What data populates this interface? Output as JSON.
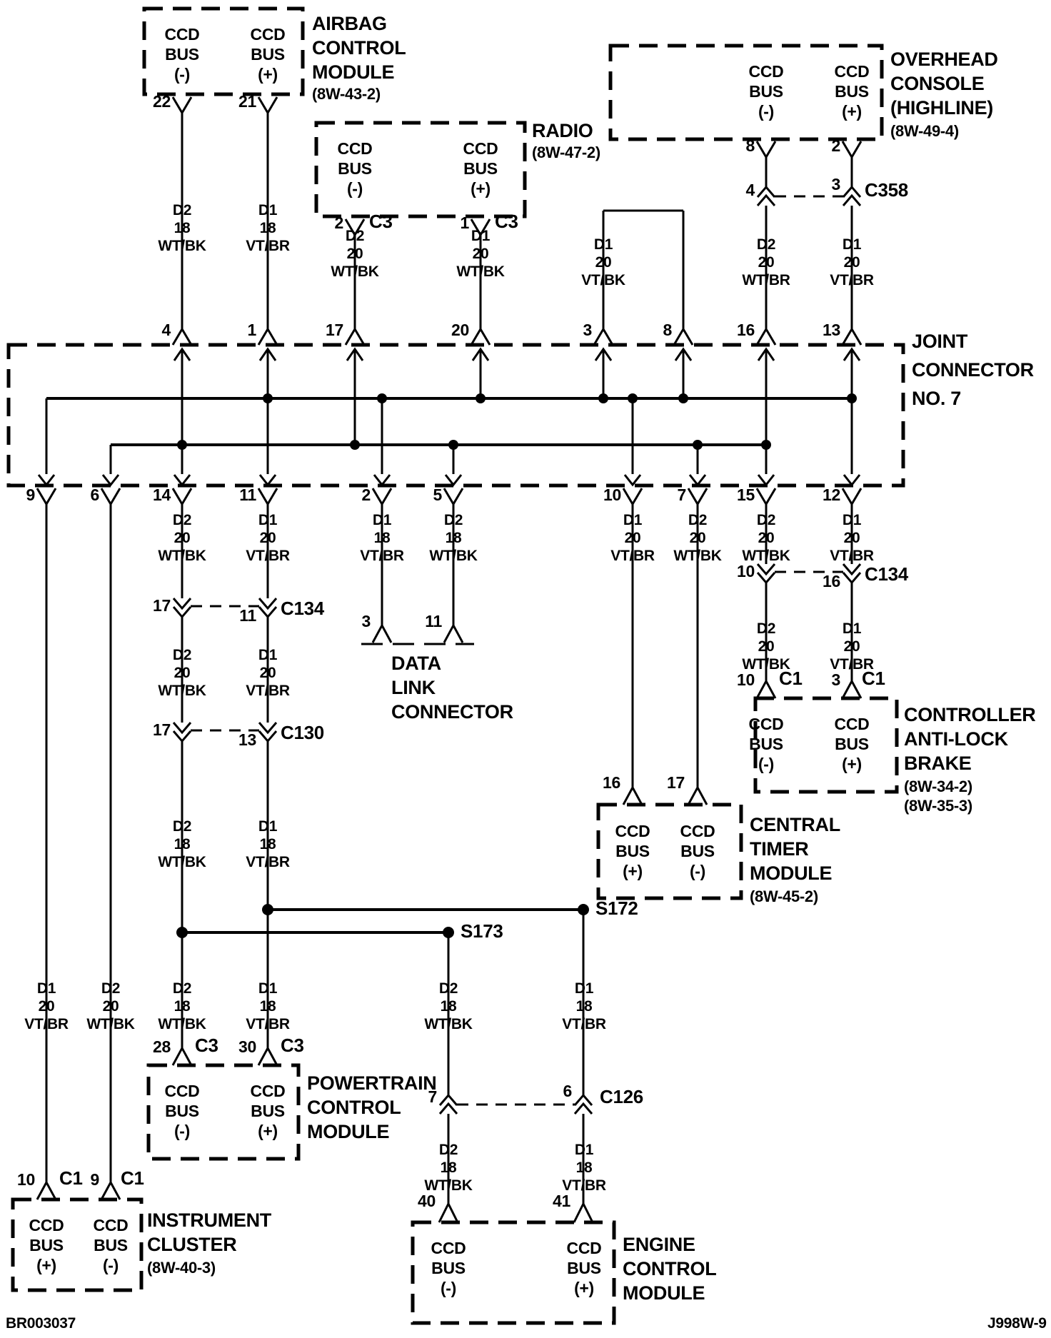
{
  "footer": {
    "left": "BR003037",
    "right": "J998W-9"
  },
  "joint_connector": {
    "title": "JOINT\nCONNECTOR\nNO. 7",
    "top_pins": [
      "4",
      "1",
      "17",
      "20",
      "3",
      "8",
      "16",
      "13"
    ],
    "bottom_pins": [
      "9",
      "6",
      "14",
      "11",
      "2",
      "5",
      "10",
      "7",
      "15",
      "12"
    ]
  },
  "modules": {
    "airbag": {
      "name": "AIRBAG\nCONTROL\nMODULE",
      "ref": "(8W-43-2)",
      "left": {
        "terminal": "CCD\nBUS\n(-)",
        "pin": "22"
      },
      "right": {
        "terminal": "CCD\nBUS\n(+)",
        "pin": "21"
      }
    },
    "radio": {
      "name": "RADIO",
      "ref": "(8W-47-2)",
      "left": {
        "terminal": "CCD\nBUS\n(-)",
        "pin": "2",
        "conn": "C3"
      },
      "right": {
        "terminal": "CCD\nBUS\n(+)",
        "pin": "1",
        "conn": "C3"
      }
    },
    "overhead_console": {
      "name": "OVERHEAD\nCONSOLE\n(HIGHLINE)",
      "ref": "(8W-49-4)",
      "left": {
        "terminal": "CCD\nBUS\n(-)",
        "pin": "8"
      },
      "right": {
        "terminal": "CCD\nBUS\n(+)",
        "pin": "2"
      }
    },
    "data_link": {
      "name": "DATA\nLINK\nCONNECTOR",
      "left": {
        "pin": "3"
      },
      "right": {
        "pin": "11"
      }
    },
    "abs_controller": {
      "name": "CONTROLLER\nANTI-LOCK\nBRAKE",
      "ref": "(8W-34-2)\n(8W-35-3)",
      "left": {
        "terminal": "CCD\nBUS\n(-)",
        "pin": "10",
        "conn": "C1"
      },
      "right": {
        "terminal": "CCD\nBUS\n(+)",
        "pin": "3",
        "conn": "C1"
      }
    },
    "central_timer": {
      "name": "CENTRAL\nTIMER\nMODULE",
      "ref": "(8W-45-2)",
      "left": {
        "terminal": "CCD\nBUS\n(+)",
        "pin": "16"
      },
      "right": {
        "terminal": "CCD\nBUS\n(-)",
        "pin": "17"
      }
    },
    "powertrain": {
      "name": "POWERTRAIN\nCONTROL\nMODULE",
      "left": {
        "terminal": "CCD\nBUS\n(-)",
        "pin": "28",
        "conn": "C3"
      },
      "right": {
        "terminal": "CCD\nBUS\n(+)",
        "pin": "30",
        "conn": "C3"
      }
    },
    "instrument_cluster": {
      "name": "INSTRUMENT\nCLUSTER",
      "ref": "(8W-40-3)",
      "left": {
        "terminal": "CCD\nBUS\n(+)",
        "pin": "10",
        "conn": "C1"
      },
      "right": {
        "terminal": "CCD\nBUS\n(-)",
        "pin": "9",
        "conn": "C1"
      }
    },
    "engine_control": {
      "name": "ENGINE\nCONTROL\nMODULE",
      "left": {
        "terminal": "CCD\nBUS\n(-)",
        "pin": "40"
      },
      "right": {
        "terminal": "CCD\nBUS\n(+)",
        "pin": "41"
      }
    }
  },
  "inline_connectors": {
    "c358": {
      "name": "C358",
      "left_pin": "4",
      "right_pin": "3"
    },
    "c134_left": {
      "name": "C134",
      "left_pin": "17",
      "right_pin": "11"
    },
    "c130": {
      "name": "C130",
      "left_pin": "17",
      "right_pin": "13"
    },
    "c134_right": {
      "name": "C134",
      "left_pin": "10",
      "right_pin": "16"
    },
    "c126": {
      "name": "C126",
      "left_pin": "7",
      "right_pin": "6"
    }
  },
  "splices": {
    "s172": "S172",
    "s173": "S173"
  },
  "wires": {
    "airbag_neg": "D2\n18\nWT/BK",
    "airbag_pos": "D1\n18\nVT/BR",
    "radio_neg": "D2\n20\nWT/BK",
    "radio_pos": "D1\n20\nWT/BK",
    "console_jumper": "D1\n20\nVT/BK",
    "console_neg": "D2\n20\nWT/BR",
    "console_pos": "D1\n20\nVT/BR",
    "jc_pin14": "D2\n20\nWT/BK",
    "jc_pin11": "D1\n20\nVT/BR",
    "jc_pin2": "D1\n18\nVT/BR",
    "jc_pin5": "D2\n18\nWT/BK",
    "jc_pin10": "D1\n20\nVT/BR",
    "jc_pin7": "D2\n20\nWT/BK",
    "jc_pin15": "D2\n20\nWT/BK",
    "jc_pin12": "D1\n20\nVT/BR",
    "c134_left_neg": "D2\n20\nWT/BK",
    "c134_left_pos": "D1\n20\nVT/BR",
    "c130_neg": "D2\n18\nWT/BK",
    "c130_pos": "D1\n18\nVT/BR",
    "c134_right_neg": "D2\n20\nWT/BK",
    "c134_right_pos": "D1\n20\nVT/BR",
    "cluster_pos": "D1\n20\nVT/BR",
    "cluster_neg": "D2\n20\nWT/BK",
    "pcm_neg": "D2\n18\nWT/BK",
    "pcm_pos": "D1\n18\nVT/BR",
    "s173_down": "D2\n18\nWT/BK",
    "s172_down": "D1\n18\nVT/BR",
    "ecm_neg": "D2\n18\nWT/BK",
    "ecm_pos": "D1\n18\nVT/BR"
  }
}
